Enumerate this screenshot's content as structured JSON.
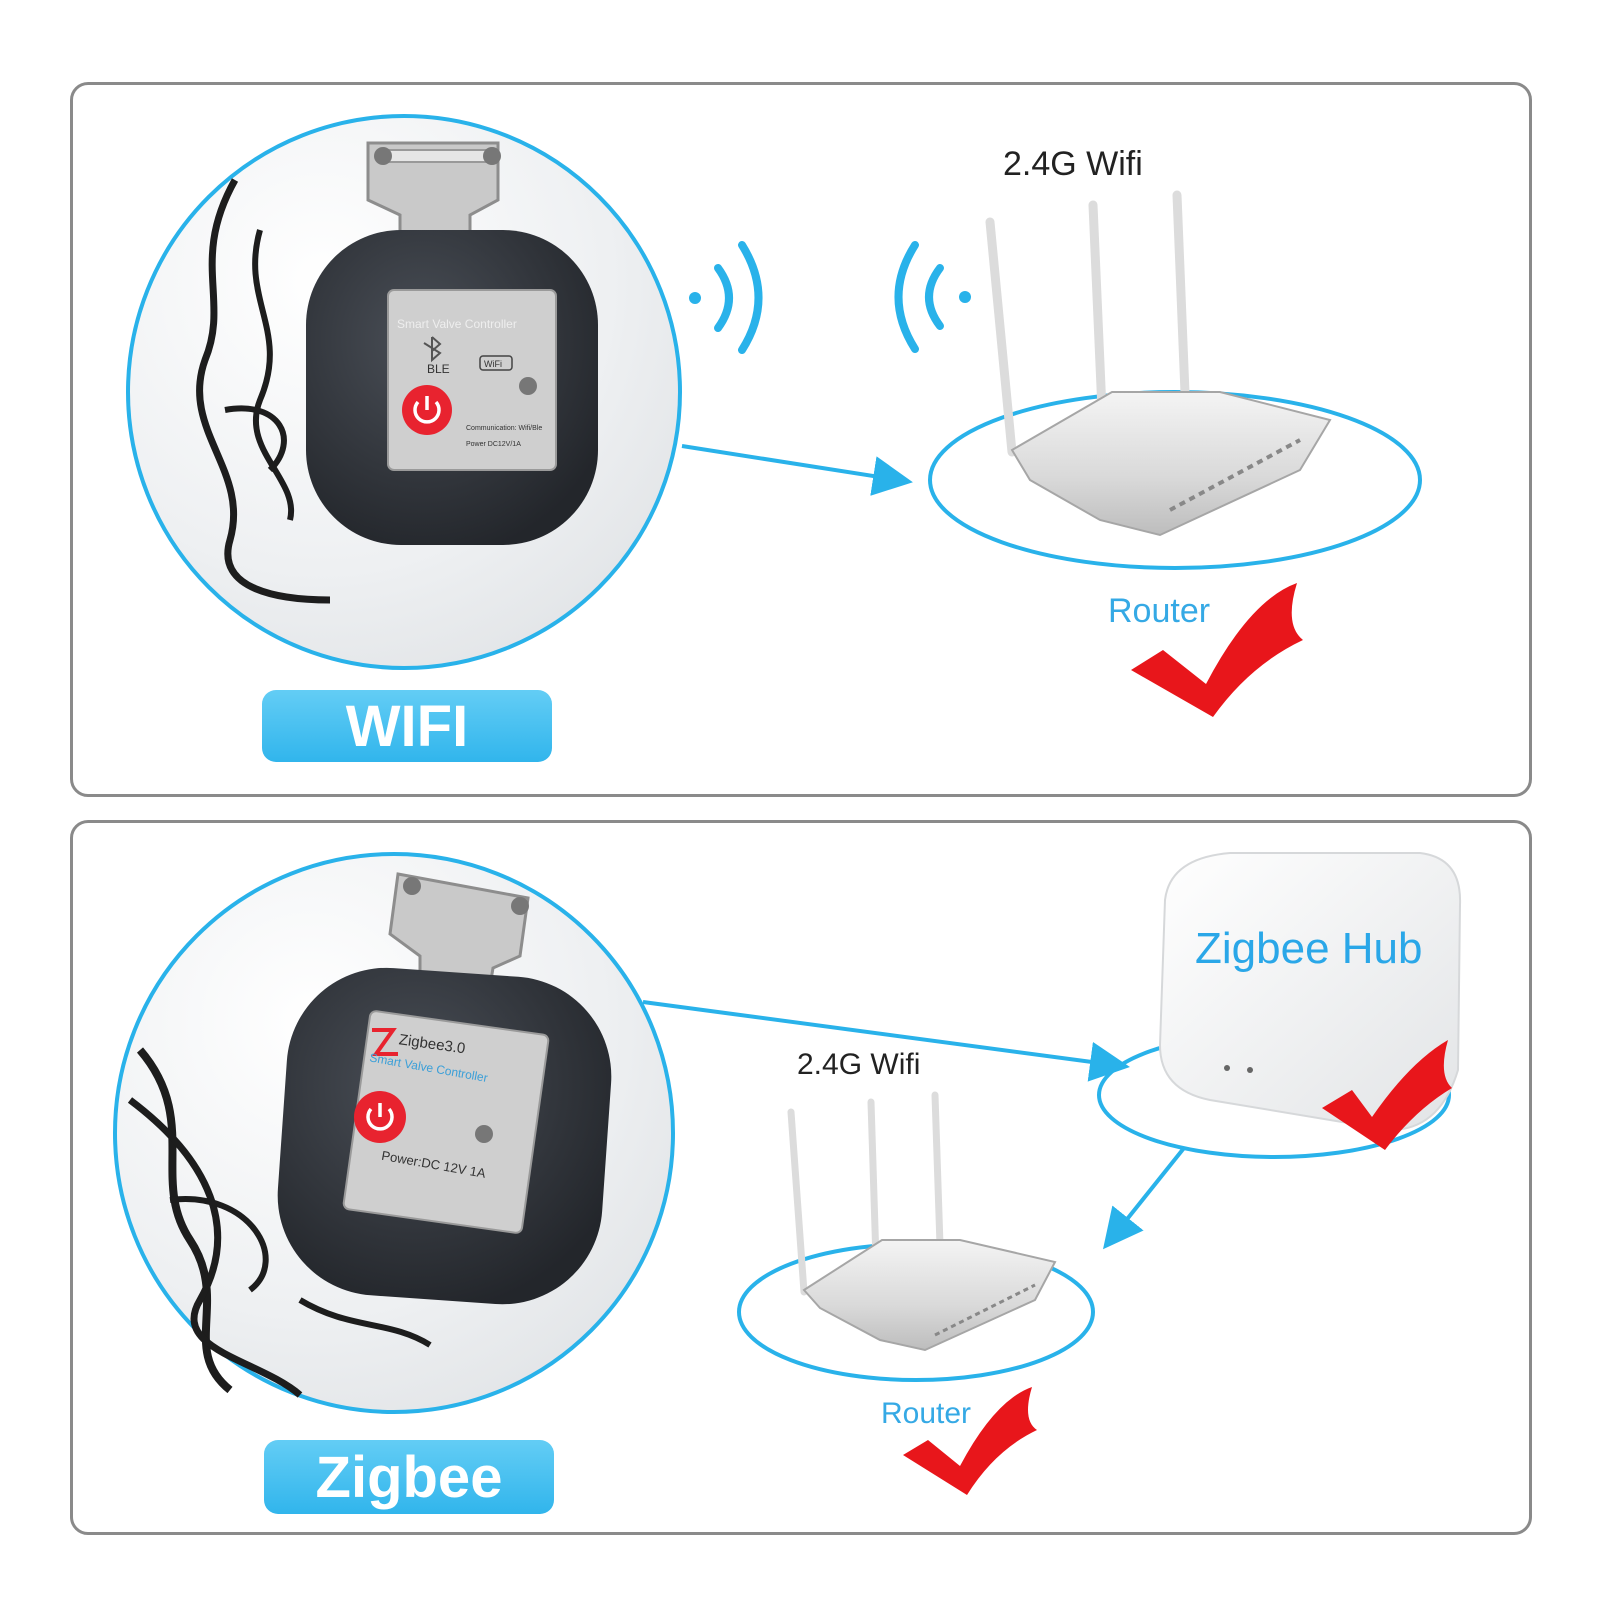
{
  "panels": {
    "wifi": {
      "badge": "WIFI",
      "band_label": "2.4G Wifi",
      "router_label": "Router",
      "device": {
        "title": "Smart Valve Controller",
        "ble": "BLE",
        "wifi_logo": "WiFi",
        "line1": "Communication: Wifi/Ble",
        "line2": "Power DC12V/1A"
      }
    },
    "zigbee": {
      "badge": "Zigbee",
      "band_label": "2.4G Wifi",
      "router_label": "Router",
      "hub_label": "Zigbee Hub",
      "device": {
        "brand": "Zigbee3.0",
        "title": "Smart Valve Controller",
        "power": "Power:DC 12V 1A"
      }
    }
  },
  "colors": {
    "accent": "#29b2ea",
    "check": "#e8161b",
    "power_button": "#e8232f"
  },
  "icons": [
    "power-icon",
    "bluetooth-icon",
    "wifi-signal-icon",
    "checkmark-icon",
    "router-icon",
    "zigbee-hub-icon"
  ]
}
